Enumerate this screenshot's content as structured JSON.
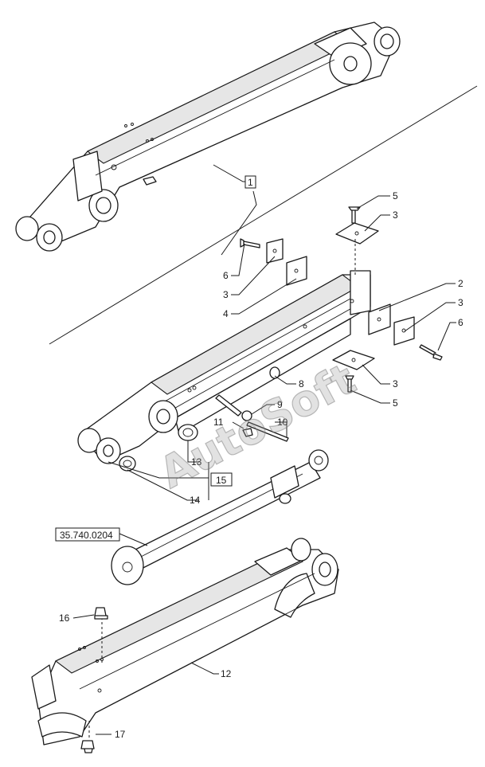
{
  "callouts": {
    "c1": "1",
    "c2": "2",
    "c3a": "3",
    "c3b": "3",
    "c3c": "3",
    "c3d": "3",
    "c4": "4",
    "c5a": "5",
    "c5b": "5",
    "c6a": "6",
    "c6b": "6",
    "c8": "8",
    "c9": "9",
    "c10": "10",
    "c11": "11",
    "c12": "12",
    "c13": "13",
    "c14": "14",
    "c15": "15",
    "c16": "16",
    "c17": "17",
    "ref_cylinder": "35.740.0204"
  },
  "watermark": "AutoSoft"
}
